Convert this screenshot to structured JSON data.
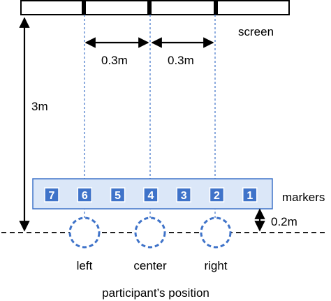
{
  "labels": {
    "screen": "screen",
    "distance_screen": "3m",
    "spacing_left": "0.3m",
    "spacing_right": "0.3m",
    "markers": "markers",
    "distance_markers": "0.2m",
    "position_title": "participant’s position"
  },
  "markers": [
    "7",
    "6",
    "5",
    "4",
    "3",
    "2",
    "1"
  ],
  "positions": [
    "left",
    "center",
    "right"
  ],
  "colors": {
    "accent": "#3f73c9",
    "marker_fill": "#3f73c9",
    "panel_fill": "#dbe7f8",
    "panel_stroke": "#3f73c9",
    "line": "#000000"
  }
}
